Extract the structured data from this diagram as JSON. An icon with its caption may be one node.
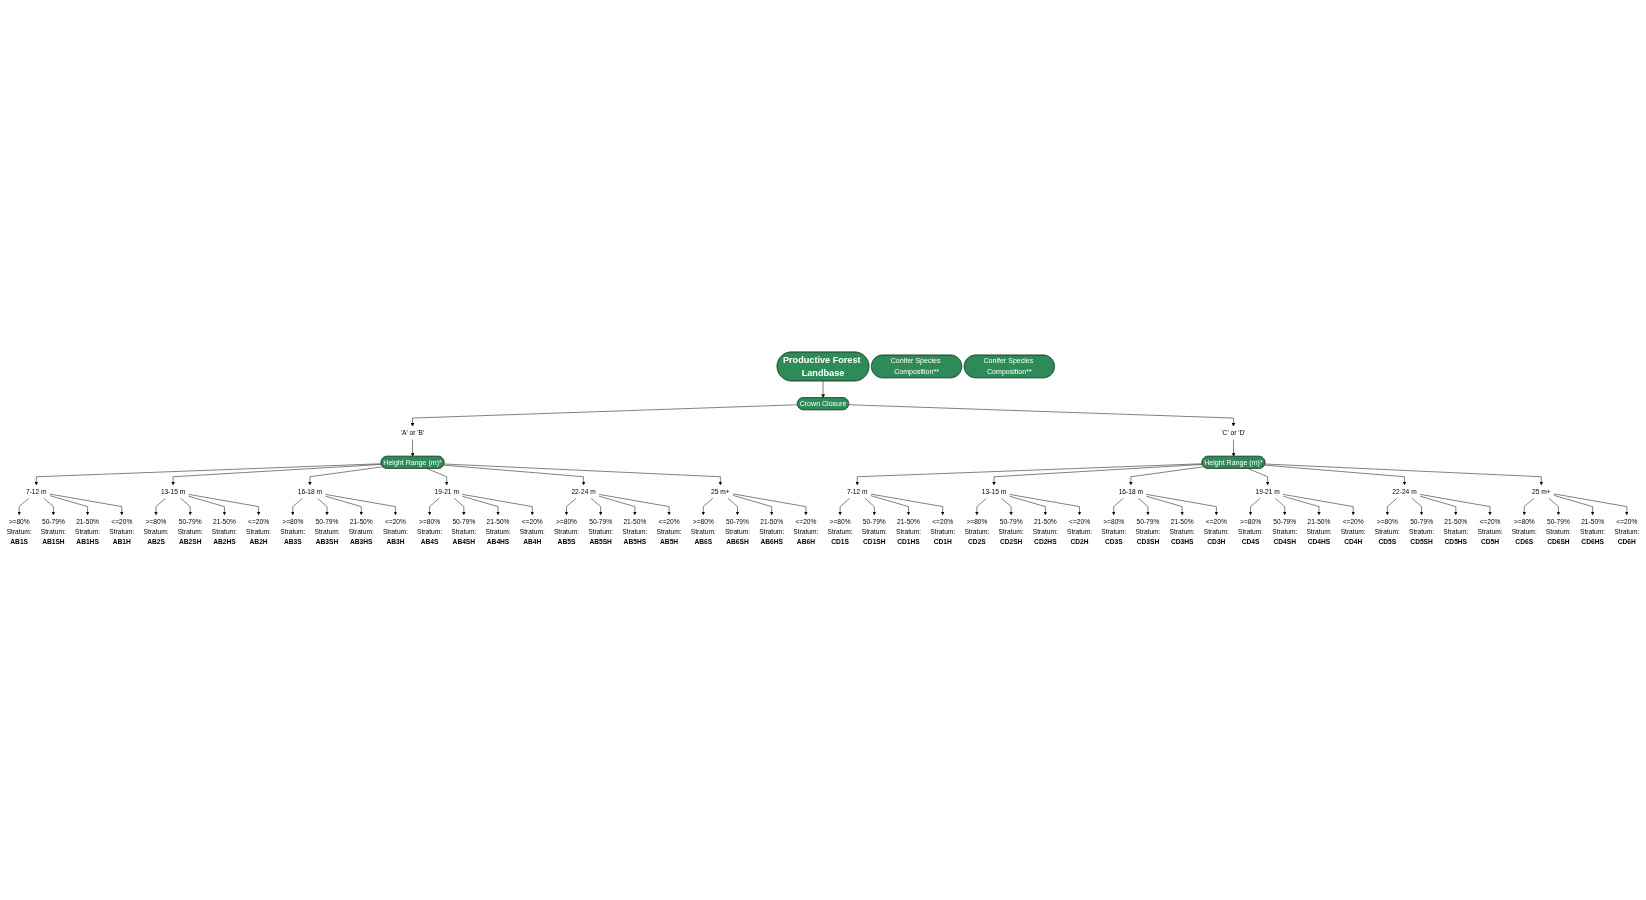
{
  "diagram": {
    "nodes": [
      {
        "text": [
          "Productive Forest Landbase"
        ]
      },
      {
        "text": [
          "Crown Closure"
        ]
      },
      {
        "text": [
          "'A' or 'B'"
        ]
      },
      {
        "text": [
          "'C' or 'D'"
        ]
      },
      {
        "text": [
          "Height Range (m)*"
        ]
      },
      {
        "text": [
          "Height Range (m)*"
        ]
      },
      {
        "text": [
          "7-12 m"
        ]
      },
      {
        "text": [
          "13-15 m"
        ]
      },
      {
        "text": [
          "16-18 m"
        ]
      },
      {
        "text": [
          "19-21 m"
        ]
      },
      {
        "text": [
          "22-24 m"
        ]
      },
      {
        "text": [
          "25 m+"
        ]
      },
      {
        "text": [
          "7-12 m"
        ]
      },
      {
        "text": [
          "13-15 m"
        ]
      },
      {
        "text": [
          "16-18 m"
        ]
      },
      {
        "text": [
          "19-21 m"
        ]
      },
      {
        "text": [
          "22-24 m"
        ]
      },
      {
        "text": [
          "25 m+"
        ]
      },
      {
        "text": [
          "Conifer Species Composition**"
        ]
      },
      {
        "text": [
          "Conifer Species Composition**"
        ]
      },
      {
        "text": [
          ">=80%",
          "Stratum:",
          "AB1S"
        ]
      },
      {
        "text": [
          "50-79%",
          "Stratum:",
          "AB1SH"
        ]
      },
      {
        "text": [
          "21-50%",
          "Stratum:",
          "AB1HS"
        ]
      },
      {
        "text": [
          "<=20%",
          "Stratum:",
          "AB1H"
        ]
      },
      {
        "text": [
          ">=80%",
          "Stratum:",
          "AB2S"
        ]
      },
      {
        "text": [
          "50-79%",
          "Stratum:",
          "AB2SH"
        ]
      },
      {
        "text": [
          "21-50%",
          "Stratum:",
          "AB2HS"
        ]
      },
      {
        "text": [
          "<=20%",
          "Stratum:",
          "AB2H"
        ]
      },
      {
        "text": [
          ">=80%",
          "Stratum:",
          "AB3S"
        ]
      },
      {
        "text": [
          "50-79%",
          "Stratum:",
          "AB3SH"
        ]
      },
      {
        "text": [
          "21-50%",
          "Stratum:",
          "AB3HS"
        ]
      },
      {
        "text": [
          "<=20%",
          "Stratum:",
          "AB3H"
        ]
      },
      {
        "text": [
          ">=80%",
          "Stratum:",
          "AB4S"
        ]
      },
      {
        "text": [
          "50-79%",
          "Stratum:",
          "AB4SH"
        ]
      },
      {
        "text": [
          "21-50%",
          "Stratum:",
          "AB4HS"
        ]
      },
      {
        "text": [
          "<=20%",
          "Stratum:",
          "AB4H"
        ]
      },
      {
        "text": [
          ">=80%",
          "Stratum:",
          "AB5S"
        ]
      },
      {
        "text": [
          "50-79%",
          "Stratum:",
          "AB5SH"
        ]
      },
      {
        "text": [
          "21-50%",
          "Stratum:",
          "AB5HS"
        ]
      },
      {
        "text": [
          "<=20%",
          "Stratum:",
          "AB5H"
        ]
      },
      {
        "text": [
          ">=80%",
          "Stratum:",
          "AB6S"
        ]
      },
      {
        "text": [
          "50-79%",
          "Stratum:",
          "AB6SH"
        ]
      },
      {
        "text": [
          "21-50%",
          "Stratum:",
          "AB6HS"
        ]
      },
      {
        "text": [
          "<=20%",
          "Stratum:",
          "AB6H"
        ]
      },
      {
        "text": [
          ">=80%",
          "Stratum:",
          "CD1S"
        ]
      },
      {
        "text": [
          "50-79%",
          "Stratum:",
          "CD1SH"
        ]
      },
      {
        "text": [
          "21-50%",
          "Stratum:",
          "CD1HS"
        ]
      },
      {
        "text": [
          "<=20%",
          "Stratum:",
          "CD1H"
        ]
      },
      {
        "text": [
          ">=80%",
          "Stratum:",
          "CD2S"
        ]
      },
      {
        "text": [
          "50-79%",
          "Stratum:",
          "CD2SH"
        ]
      },
      {
        "text": [
          "21-50%",
          "Stratum:",
          "CD2HS"
        ]
      },
      {
        "text": [
          "<=20%",
          "Stratum:",
          "CD2H"
        ]
      },
      {
        "text": [
          ">=80%",
          "Stratum:",
          "CD3S"
        ]
      },
      {
        "text": [
          "50-79%",
          "Stratum:",
          "CD3SH"
        ]
      },
      {
        "text": [
          "21-50%",
          "Stratum:",
          "CD3HS"
        ]
      },
      {
        "text": [
          "<=20%",
          "Stratum:",
          "CD3H"
        ]
      },
      {
        "text": [
          ">=80%",
          "Stratum:",
          "CD4S"
        ]
      },
      {
        "text": [
          "50-79%",
          "Stratum:",
          "CD4SH"
        ]
      },
      {
        "text": [
          "21-50%",
          "Stratum:",
          "CD4HS"
        ]
      },
      {
        "text": [
          "<=20%",
          "Stratum:",
          "CD4H"
        ]
      },
      {
        "text": [
          ">=80%",
          "Stratum:",
          "CD5S"
        ]
      },
      {
        "text": [
          "50-79%",
          "Stratum:",
          "CD5SH"
        ]
      },
      {
        "text": [
          "21-50%",
          "Stratum:",
          "CD5HS"
        ]
      },
      {
        "text": [
          "<=20%",
          "Stratum:",
          "CD5H"
        ]
      },
      {
        "text": [
          ">=80%",
          "Stratum:",
          "CD6S"
        ]
      },
      {
        "text": [
          "50-79%",
          "Stratum:",
          "CD6SH"
        ]
      },
      {
        "text": [
          "21-50%",
          "Stratum:",
          "CD6HS"
        ]
      },
      {
        "text": [
          "<=20%",
          "Stratum:",
          "CD6H"
        ]
      }
    ],
    "edges": [
      {
        "from": 0,
        "to": 1,
        "arrow": "to"
      },
      {
        "from": 1,
        "to": 2,
        "arrow": "to"
      },
      {
        "from": 1,
        "to": 3,
        "arrow": "to"
      },
      {
        "from": 2,
        "to": 4,
        "arrow": "to"
      },
      {
        "from": 3,
        "to": 5,
        "arrow": "to"
      },
      {
        "from": 4,
        "to": 6,
        "arrow": "to"
      },
      {
        "from": 4,
        "to": 7,
        "arrow": "to"
      },
      {
        "from": 4,
        "to": 8,
        "arrow": "to"
      },
      {
        "from": 4,
        "to": 9,
        "arrow": "to"
      },
      {
        "from": 4,
        "to": 10,
        "arrow": "to"
      },
      {
        "from": 4,
        "to": 11,
        "arrow": "to"
      },
      {
        "from": 5,
        "to": 12,
        "arrow": "to"
      },
      {
        "from": 5,
        "to": 13,
        "arrow": "to"
      },
      {
        "from": 5,
        "to": 14,
        "arrow": "to"
      },
      {
        "from": 5,
        "to": 15,
        "arrow": "to"
      },
      {
        "from": 5,
        "to": 16,
        "arrow": "to"
      },
      {
        "from": 5,
        "to": 17,
        "arrow": "to"
      },
      {
        "from": 6,
        "to": 20,
        "arrow": "to"
      },
      {
        "from": 6,
        "to": 21,
        "arrow": "to"
      },
      {
        "from": 6,
        "to": 22,
        "arrow": "to"
      },
      {
        "from": 6,
        "to": 23,
        "arrow": "to"
      },
      {
        "from": 7,
        "to": 24,
        "arrow": "to"
      },
      {
        "from": 7,
        "to": 25,
        "arrow": "to"
      },
      {
        "from": 7,
        "to": 26,
        "arrow": "to"
      },
      {
        "from": 7,
        "to": 27,
        "arrow": "to"
      },
      {
        "from": 8,
        "to": 28,
        "arrow": "to"
      },
      {
        "from": 8,
        "to": 29,
        "arrow": "to"
      },
      {
        "from": 8,
        "to": 30,
        "arrow": "to"
      },
      {
        "from": 8,
        "to": 31,
        "arrow": "to"
      },
      {
        "from": 9,
        "to": 32,
        "arrow": "to"
      },
      {
        "from": 9,
        "to": 33,
        "arrow": "to"
      },
      {
        "from": 9,
        "to": 34,
        "arrow": "to"
      },
      {
        "from": 9,
        "to": 35,
        "arrow": "to"
      },
      {
        "from": 10,
        "to": 36,
        "arrow": "to"
      },
      {
        "from": 10,
        "to": 37,
        "arrow": "to"
      },
      {
        "from": 10,
        "to": 38,
        "arrow": "to"
      },
      {
        "from": 10,
        "to": 39,
        "arrow": "to"
      },
      {
        "from": 11,
        "to": 40,
        "arrow": "to"
      },
      {
        "from": 11,
        "to": 41,
        "arrow": "to"
      },
      {
        "from": 11,
        "to": 42,
        "arrow": "to"
      },
      {
        "from": 11,
        "to": 43,
        "arrow": "to"
      },
      {
        "from": 12,
        "to": 44,
        "arrow": "to"
      },
      {
        "from": 12,
        "to": 45,
        "arrow": "to"
      },
      {
        "from": 12,
        "to": 46,
        "arrow": "to"
      },
      {
        "from": 12,
        "to": 47,
        "arrow": "to"
      },
      {
        "from": 13,
        "to": 48,
        "arrow": "to"
      },
      {
        "from": 13,
        "to": 49,
        "arrow": "to"
      },
      {
        "from": 13,
        "to": 50,
        "arrow": "to"
      },
      {
        "from": 13,
        "to": 51,
        "arrow": "to"
      },
      {
        "from": 14,
        "to": 52,
        "arrow": "to"
      },
      {
        "from": 14,
        "to": 53,
        "arrow": "to"
      },
      {
        "from": 14,
        "to": 54,
        "arrow": "to"
      },
      {
        "from": 14,
        "to": 55,
        "arrow": "to"
      },
      {
        "from": 15,
        "to": 56,
        "arrow": "to"
      },
      {
        "from": 15,
        "to": 57,
        "arrow": "to"
      },
      {
        "from": 15,
        "to": 58,
        "arrow": "to"
      },
      {
        "from": 15,
        "to": 59,
        "arrow": "to"
      },
      {
        "from": 16,
        "to": 60,
        "arrow": "to"
      },
      {
        "from": 16,
        "to": 61,
        "arrow": "to"
      },
      {
        "from": 16,
        "to": 62,
        "arrow": "to"
      },
      {
        "from": 16,
        "to": 63,
        "arrow": "to"
      },
      {
        "from": 17,
        "to": 64,
        "arrow": "to"
      },
      {
        "from": 17,
        "to": 65,
        "arrow": "to"
      },
      {
        "from": 17,
        "to": 66,
        "arrow": "to"
      },
      {
        "from": 17,
        "to": 67,
        "arrow": "to"
      }
    ]
  }
}
